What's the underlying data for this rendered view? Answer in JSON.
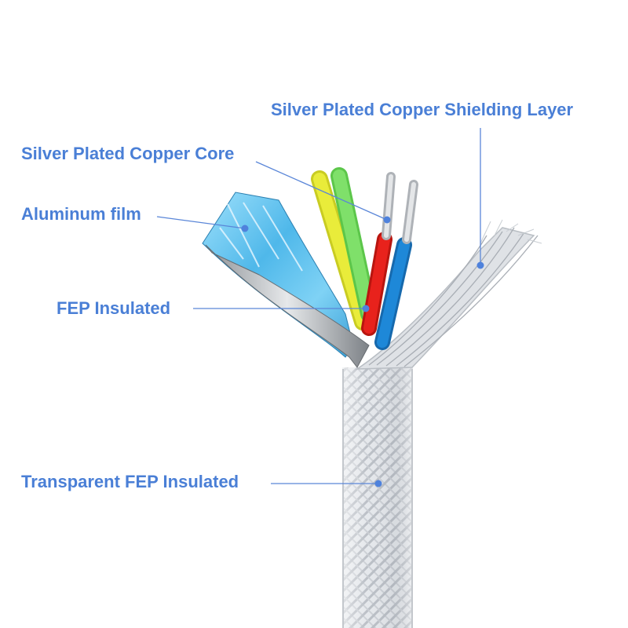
{
  "colors": {
    "label_text": "#4a7fd6",
    "leader_line": "#5a86d8",
    "marker_dot": "#4f82dc",
    "wire_yellow": "#e9ec3a",
    "wire_green": "#7fe06a",
    "wire_red": "#e8221c",
    "wire_blue": "#1e88d8",
    "aluminum_film": "#5ec4f0",
    "braid_silver": "#d9dde2"
  },
  "labels": {
    "shielding_layer": "Silver Plated Copper Shielding Layer",
    "core": "Silver Plated Copper Core",
    "aluminum_film": "Aluminum film",
    "fep_insulated": "FEP Insulated",
    "transparent_fep": "Transparent FEP Insulated"
  }
}
